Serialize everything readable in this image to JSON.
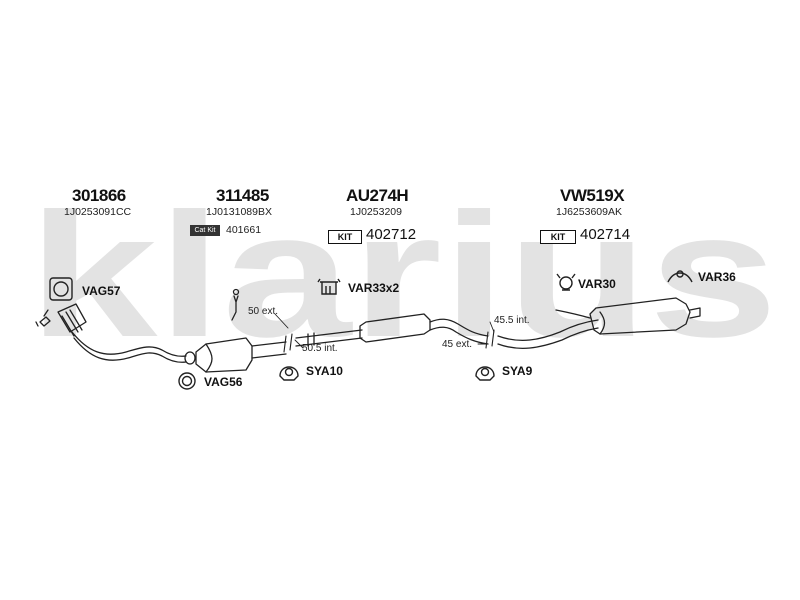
{
  "watermark": "klarius",
  "groups": [
    {
      "part": "301866",
      "oem": "1J0253091CC"
    },
    {
      "part": "311485",
      "oem": "1J0131089BX",
      "catkit": "Cat Kit",
      "catkit_num": "401661"
    },
    {
      "part": "AU274H",
      "oem": "1J0253209",
      "kit": "KIT",
      "kit_num": "402712"
    },
    {
      "part": "VW519X",
      "oem": "1J6253609AK",
      "kit": "KIT",
      "kit_num": "402714"
    }
  ],
  "accessories": {
    "vag57": "VAG57",
    "vag56": "VAG56",
    "var33": "VAR33x2",
    "var30": "VAR30",
    "var36": "VAR36",
    "sya10": "SYA10",
    "sya9": "SYA9"
  },
  "dimensions": {
    "d1": "50 ext.",
    "d2": "50.5 int.",
    "d3": "45.5 int.",
    "d4": "45 ext."
  }
}
